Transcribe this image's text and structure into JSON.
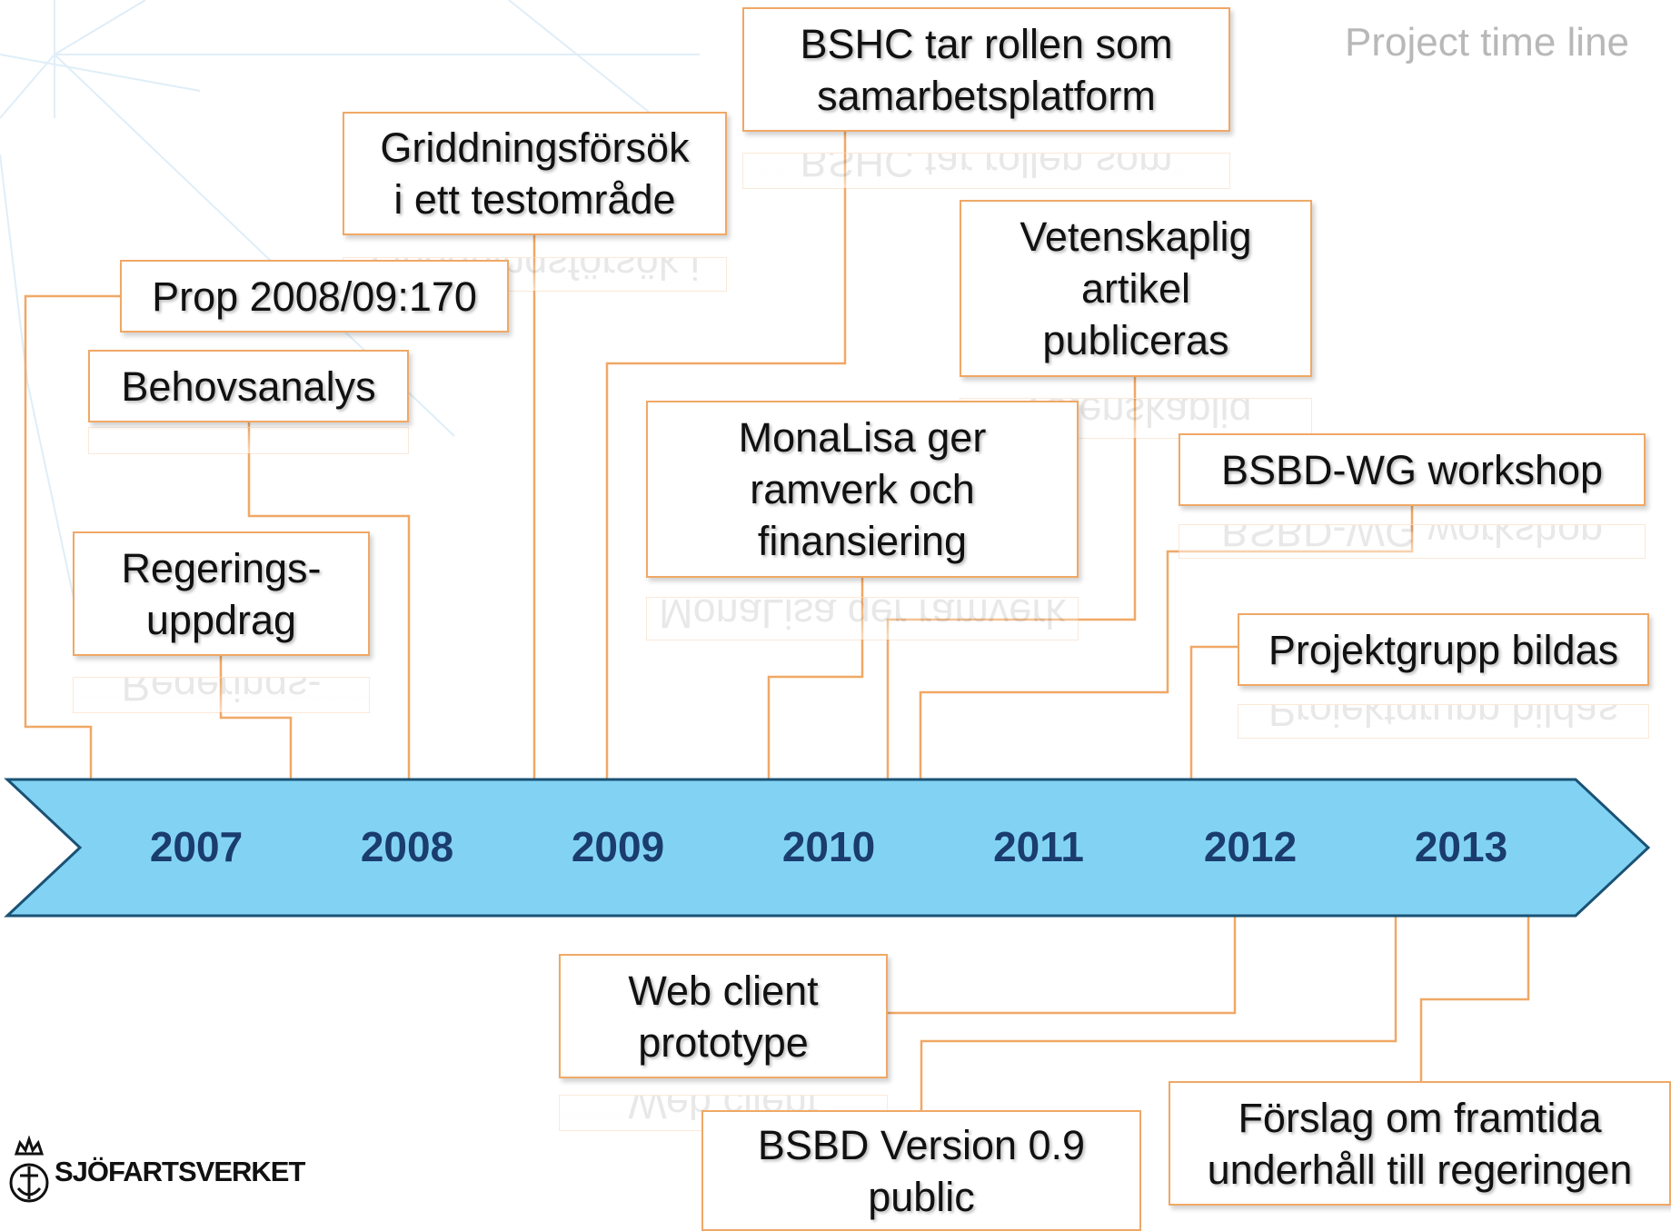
{
  "title": "Project time line",
  "logo_text": "SJÖFARTSVERKET",
  "colors": {
    "arrow_fill": "#82d3f3",
    "arrow_stroke": "#1a5275",
    "connector": "#f0a866",
    "year_text": "#1a3c6e"
  },
  "timeline": {
    "years": [
      "2007",
      "2008",
      "2009",
      "2010",
      "2011",
      "2012",
      "2013"
    ]
  },
  "events": [
    {
      "id": "behovsanalys",
      "label": "Behovsanalys"
    },
    {
      "id": "regeringsuppdrag",
      "label": "Regerings-\nuppdrag"
    },
    {
      "id": "prop",
      "label": "Prop 2008/09:170"
    },
    {
      "id": "griddningsforsok",
      "label": "Griddningsförsök\ni ett testområde"
    },
    {
      "id": "bshc",
      "label": "BSHC tar rollen som\nsamarbetsplatform"
    },
    {
      "id": "monalisa",
      "label": "MonaLisa ger\nramverk och\nfinansiering"
    },
    {
      "id": "vetenskaplig",
      "label": "Vetenskaplig\nartikel\npubliceras"
    },
    {
      "id": "bsbd-wg",
      "label": "BSBD-WG workshop"
    },
    {
      "id": "projektgrupp",
      "label": "Projektgrupp bildas"
    },
    {
      "id": "webclient",
      "label": "Web client\nprototype"
    },
    {
      "id": "bsbd09",
      "label": "BSBD Version 0.9\npublic"
    },
    {
      "id": "forslag",
      "label": "Förslag om framtida\nunderhåll till regeringen"
    }
  ]
}
